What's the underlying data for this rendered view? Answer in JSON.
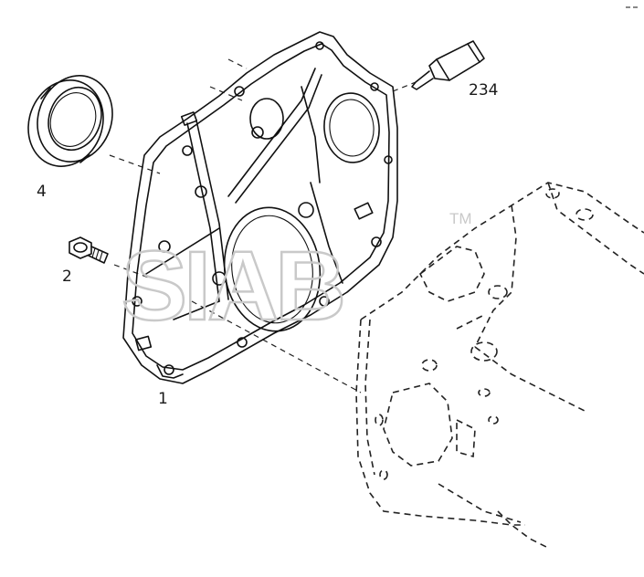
{
  "diagram": {
    "callouts": {
      "housing": "1",
      "bolt": "2",
      "seal": "4",
      "sealant": "234"
    },
    "watermark": {
      "text": "SIAB",
      "trademark": "TM"
    }
  }
}
